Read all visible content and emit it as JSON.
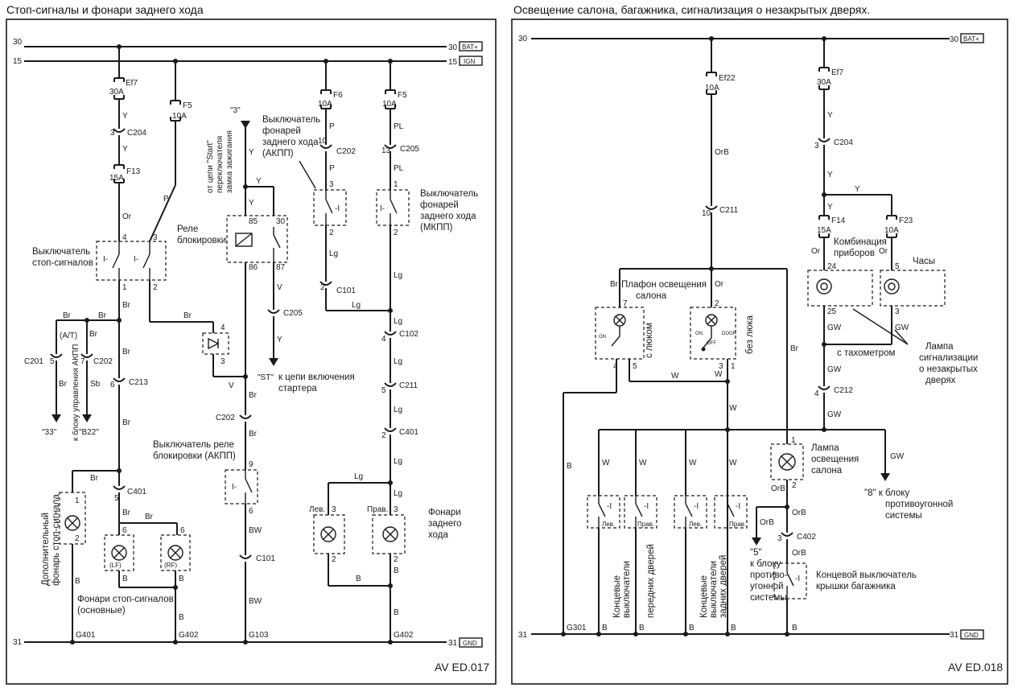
{
  "left": {
    "title": "Стоп-сигналы и фонари заднего хода",
    "ref": "AV ED.017",
    "rail_30": "30",
    "rail_15": "15",
    "rail_31": "31",
    "bat": "BAT+",
    "ign": "IGN",
    "gnd": "GND",
    "ef7": "Ef7",
    "ef7_amp": "30A",
    "f5": "F5",
    "f5_amp": "10A",
    "f13": "F13",
    "f13_amp": "15A",
    "f6": "F6",
    "f6_amp": "10A",
    "c204": "C204",
    "c213": "C213",
    "c401": "C401",
    "c201": "C201",
    "c202": "C202",
    "c205": "C205",
    "c101": "C101",
    "c102": "C102",
    "c211": "C211",
    "stop_switch": [
      "Выключатель",
      "стоп-сигналов"
    ],
    "relay": [
      "Реле",
      "блокировки"
    ],
    "start_from": [
      "от цепи \"Start\"",
      "переключателя",
      "замка зажигания"
    ],
    "start_mark": "\"3\"",
    "reverse_akpp": [
      "Выключатель",
      "фонарей",
      "заднего хода",
      "(АКПП)"
    ],
    "reverse_mkpp": [
      "Выключатель",
      "фонарей",
      "заднего хода",
      "(МКПП)"
    ],
    "starter": [
      "к цепи включения",
      "стартера"
    ],
    "st_mark": "\"ST\"",
    "relay_switch": [
      "Выключатель реле",
      "блокировки (АКПП)"
    ],
    "extra_lamp": [
      "Дополнительный",
      "фонарь стоп-сигнала"
    ],
    "main_lamps": [
      "Фонари стоп-сигналов",
      "(основные)"
    ],
    "reverse_lamps": [
      "Фонари",
      "заднего",
      "хода"
    ],
    "to33": "\"33\"",
    "tcm": "к блоку управления АКПП",
    "b22": "\"B22\"",
    "at": "(A/T)",
    "lev": "Лев.",
    "prav": "Прав.",
    "lf": "(LF)",
    "rf": "(RF)",
    "g401": "G401",
    "g402": "G402",
    "g103": "G103",
    "c_y": "Y",
    "c_or": "Or",
    "c_p": "P",
    "c_br": "Br",
    "c_v": "V",
    "c_lg": "Lg",
    "c_bw": "BW",
    "c_b": "B",
    "c_sb": "Sb",
    "c_pl": "PL",
    "p1": "1",
    "p2": "2",
    "p3": "3",
    "p4": "4",
    "p5": "5",
    "p6": "6",
    "p7": "7",
    "p9": "9",
    "p10": "10",
    "p13": "13",
    "p30": "30",
    "p85": "85",
    "p86": "86",
    "p87": "87"
  },
  "right": {
    "title": "Освещение салона, багажника, сигнализация о незакрытых дверях.",
    "ref": "AV ED.018",
    "rail_30": "30",
    "rail_31": "31",
    "bat": "BAT+",
    "gnd": "GND",
    "ef22": "Ef22",
    "ef22_amp": "10A",
    "ef7": "Ef7",
    "ef7_amp": "30A",
    "f14": "F14",
    "f14_amp": "15A",
    "f23": "F23",
    "f23_amp": "10A",
    "c211": "C211",
    "c204": "C204",
    "c212": "C212",
    "c402": "C402",
    "dome": [
      "Плафон освещения",
      "салона"
    ],
    "with_sunroof": "с люком",
    "without_sunroof": "без люка",
    "cluster": [
      "Комбинация",
      "приборов"
    ],
    "clock": "Часы",
    "door_lamp": [
      "Лампа",
      "сигнализации",
      "о незакрытых",
      "дверях"
    ],
    "with_tacho": "с тахометром",
    "interior_lamp": [
      "Лампа",
      "освещения",
      "салона"
    ],
    "to_alarm8": [
      "\"8\" к блоку",
      "противоугонной",
      "системы"
    ],
    "to_alarm5": [
      "\"5\"",
      "к блоку",
      "противо-",
      "угонной",
      "системы"
    ],
    "front_doors": [
      "Концевые",
      "выключатели",
      "передних дверей"
    ],
    "rear_doors": [
      "Концевые",
      "выключатели",
      "задних дверей"
    ],
    "trunk_switch": [
      "Концевой выключатель",
      "крышки багажника"
    ],
    "lev": "Лев.",
    "prav": "Прав.",
    "g301": "G301",
    "on": "ON",
    "off": "OFF",
    "door": "DOOR",
    "c_y": "Y",
    "c_or": "Or",
    "c_orb": "OrB",
    "c_br": "Br",
    "c_w": "W",
    "c_b": "B",
    "c_gw": "GW",
    "p1": "1",
    "p2": "2",
    "p3": "3",
    "p4": "4",
    "p5": "5",
    "p7": "7",
    "p10": "10",
    "p24": "24",
    "p25": "25"
  }
}
